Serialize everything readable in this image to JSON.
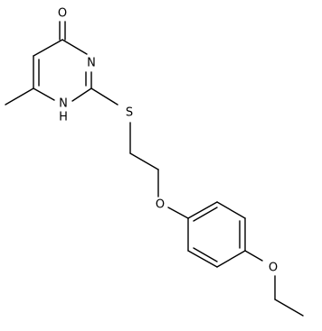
{
  "structure": {
    "atoms": {
      "carbonyl_oxygen": "O",
      "ring_nitrogen": "N",
      "ring_nh": "N",
      "ring_nh_hydrogen": "H",
      "thioether_sulfur": "S",
      "ether_oxygen": "O",
      "ethoxy_oxygen": "O"
    },
    "colors": {
      "line": "#000000",
      "background": "#ffffff"
    }
  }
}
